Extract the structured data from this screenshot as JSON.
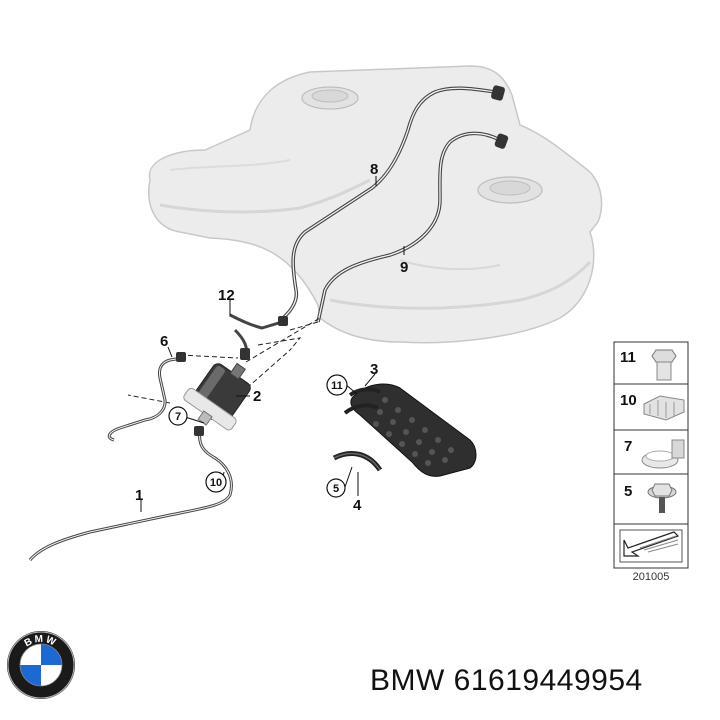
{
  "callouts": {
    "c1": "1",
    "c2": "2",
    "c3": "3",
    "c4": "4",
    "c6": "6",
    "c8": "8",
    "c9": "9",
    "c12": "12"
  },
  "circled": {
    "c7": "7",
    "c10": "10",
    "c11": "11",
    "c5": "5"
  },
  "legend": {
    "items": [
      {
        "num": "11",
        "icon": "hex-bolt-icon"
      },
      {
        "num": "10",
        "icon": "line-clip-icon"
      },
      {
        "num": "7",
        "icon": "hose-clamp-icon"
      },
      {
        "num": "5",
        "icon": "flange-screw-icon"
      }
    ],
    "drawing_code": "201005"
  },
  "caption": {
    "brand": "BMW",
    "part_number": "61619449954"
  },
  "logo": {
    "text": "BMW"
  },
  "colors": {
    "tank": "#ececec",
    "line": "#333333",
    "bmw_blue": "#1c69d4"
  }
}
